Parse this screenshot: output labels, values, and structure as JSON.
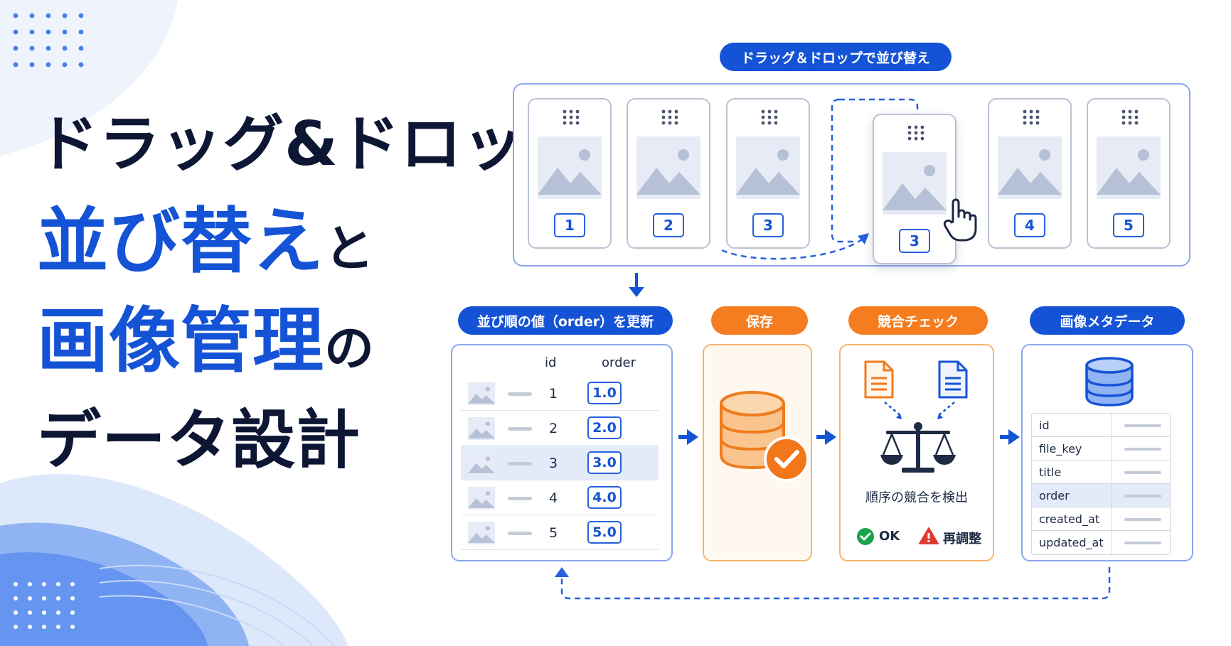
{
  "headline": {
    "line1": "ドラッグ&ドロップ",
    "line2_main": "並び替え",
    "line2_suffix": "と",
    "line3_main": "画像管理",
    "line3_suffix": "の",
    "line4": "データ設計"
  },
  "drag_section": {
    "label": "ドラッグ＆ドロップで並び替え",
    "cards": [
      "1",
      "2",
      "3",
      "3",
      "4",
      "5"
    ]
  },
  "steps": {
    "update": {
      "label": "並び順の値（order）を更新",
      "columns": [
        "id",
        "order"
      ],
      "rows": [
        {
          "id": "1",
          "order": "1.0"
        },
        {
          "id": "2",
          "order": "2.0"
        },
        {
          "id": "3",
          "order": "3.0"
        },
        {
          "id": "4",
          "order": "4.0"
        },
        {
          "id": "5",
          "order": "5.0"
        }
      ],
      "highlighted_row": 3
    },
    "save": {
      "label": "保存"
    },
    "conflict": {
      "label": "競合チェック",
      "caption": "順序の競合を検出",
      "ok_label": "OK",
      "readjust_label": "再調整"
    },
    "metadata": {
      "label": "画像メタデータ",
      "fields": [
        "id",
        "file_key",
        "title",
        "order",
        "created_at",
        "updated_at"
      ],
      "highlighted_field": "order"
    }
  },
  "icons": {
    "grip": "drag-grip-icon",
    "image": "image-placeholder-icon",
    "cursor": "hand-cursor-icon",
    "database": "database-icon",
    "check": "check-badge-icon",
    "document": "document-icon",
    "scale": "balance-scale-icon",
    "ok": "ok-check-icon",
    "warning": "warning-icon"
  },
  "colors": {
    "primary_blue": "#1553d6",
    "accent_orange": "#f57c1f",
    "dark_text": "#0d1633",
    "ok_green": "#1aa34a",
    "warning_red": "#e03a2f"
  }
}
